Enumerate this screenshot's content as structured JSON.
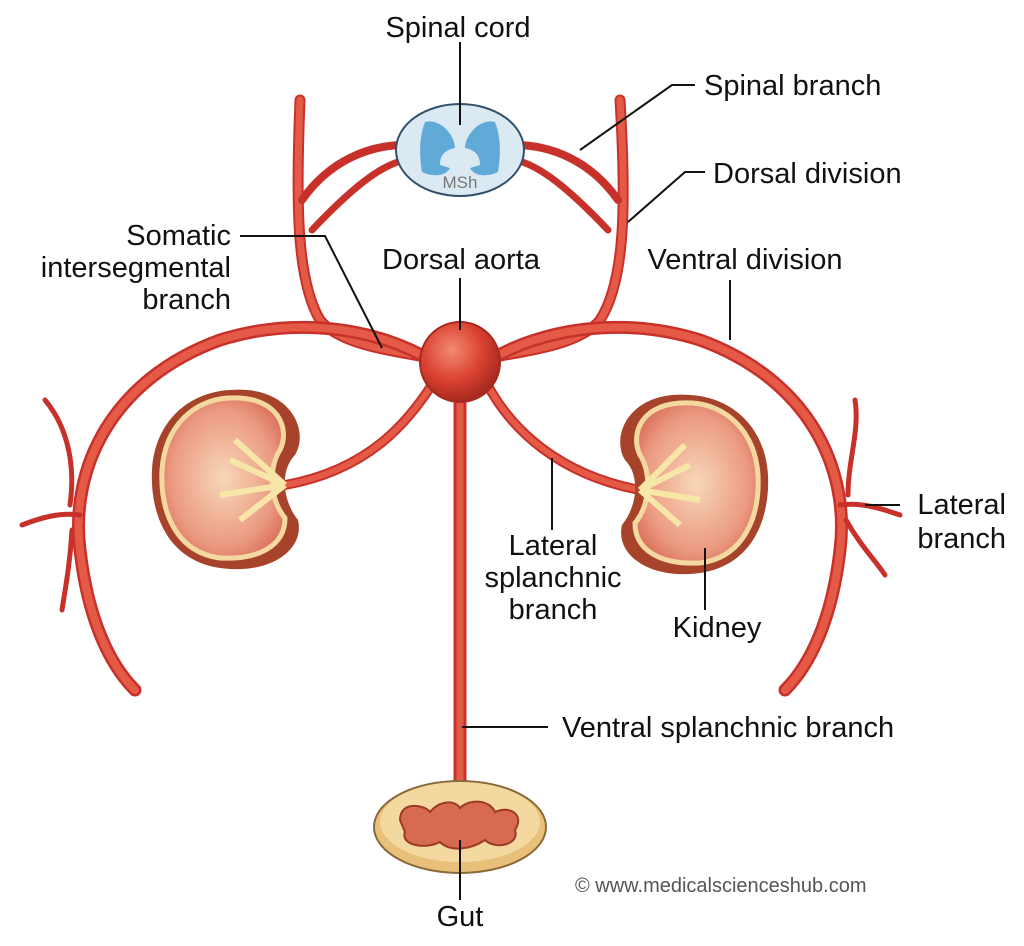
{
  "labels": {
    "spinal_cord": "Spinal cord",
    "spinal_branch": "Spinal branch",
    "dorsal_division": "Dorsal division",
    "somatic_line1": "Somatic",
    "somatic_line2": "intersegmental",
    "somatic_line3": "branch",
    "dorsal_aorta": "Dorsal aorta",
    "ventral_division": "Ventral division",
    "lateral_branch_line1": "Lateral",
    "lateral_branch_line2": "branch",
    "lateral_splanchnic_line1": "Lateral",
    "lateral_splanchnic_line2": "splanchnic",
    "lateral_splanchnic_line3": "branch",
    "kidney": "Kidney",
    "ventral_splanchnic": "Ventral splanchnic branch",
    "gut": "Gut"
  },
  "logo_text": "MSh",
  "watermark": "© www.medicalscienceshub.com",
  "colors": {
    "artery": "#d9402f",
    "artery_outline": "#b52a22",
    "spinal_cord": "#dbe9f2",
    "grey_matter": "#4a9fd4",
    "kidney_cortex": "#e9907a",
    "kidney_capsule": "#a8432b",
    "gut": "#f3d9a0"
  }
}
